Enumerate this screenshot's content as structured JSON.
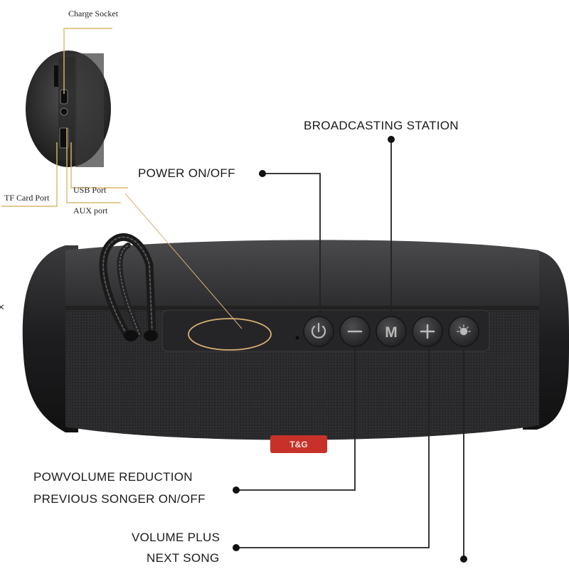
{
  "labels": {
    "charge_socket": "Charge Socket",
    "tf_card_port": "TF Card Port",
    "usb_port": "USB Port",
    "aux_port": "AUX port",
    "power": "POWER ON/OFF",
    "broadcasting": "BROADCASTING STATION",
    "volume_reduction_line1": "POWVOLUME REDUCTION",
    "volume_reduction_line2": "PREVIOUS SONGER ON/OFF",
    "volume_plus_line1": "VOLUME PLUS",
    "volume_plus_line2": "NEXT SONG"
  },
  "buttons": {
    "mode": "M"
  },
  "badge": {
    "text": "T&G"
  },
  "colors": {
    "speaker_body": "#2a2a2c",
    "grille": "#2e2e30",
    "callout_line": "#222222",
    "port_line": "#d9b96a",
    "highlight_ellipse": "#d9b072",
    "badge": "#c8312a"
  },
  "icons": [
    "power-icon",
    "minus-icon",
    "plus-icon",
    "light-icon"
  ]
}
